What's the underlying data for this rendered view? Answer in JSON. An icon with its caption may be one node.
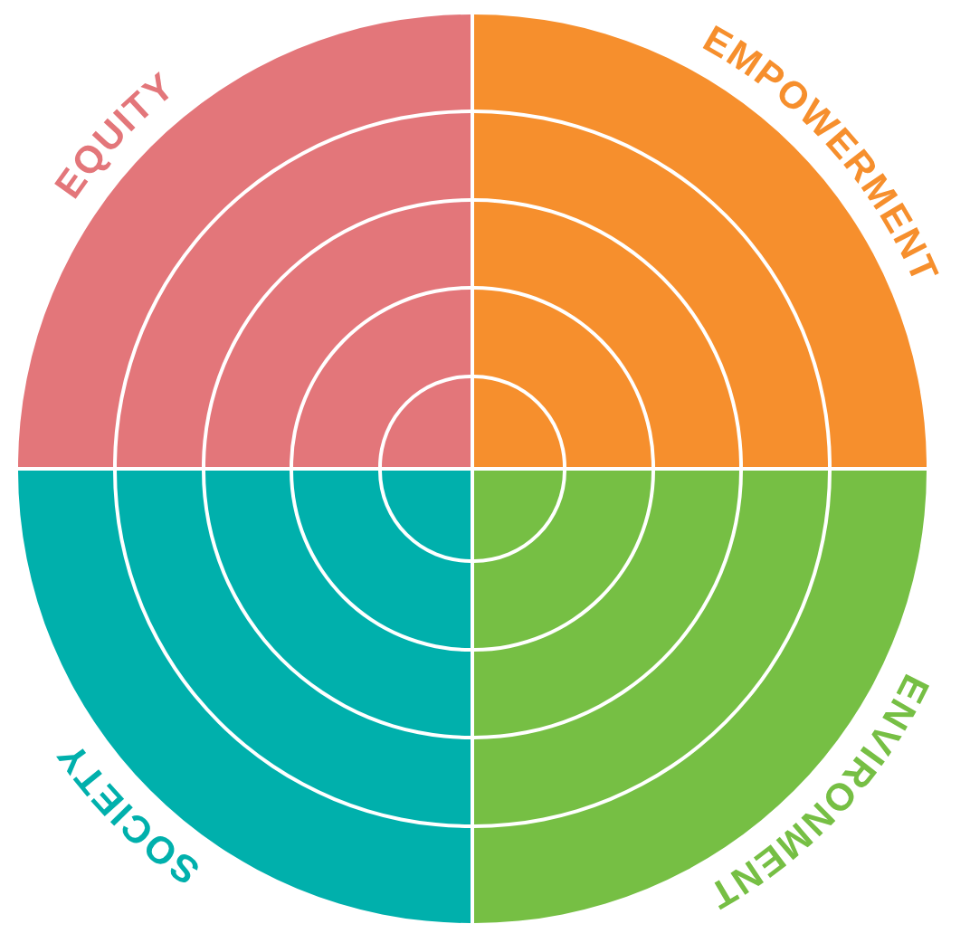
{
  "diagram": {
    "nodes": [
      {
        "text": [
          "EQUITY"
        ]
      },
      {
        "text": [
          "EMPOWERMENT"
        ]
      },
      {
        "text": [
          "SOCIETY"
        ]
      },
      {
        "text": [
          "ENVIRONMENT"
        ]
      }
    ]
  }
}
